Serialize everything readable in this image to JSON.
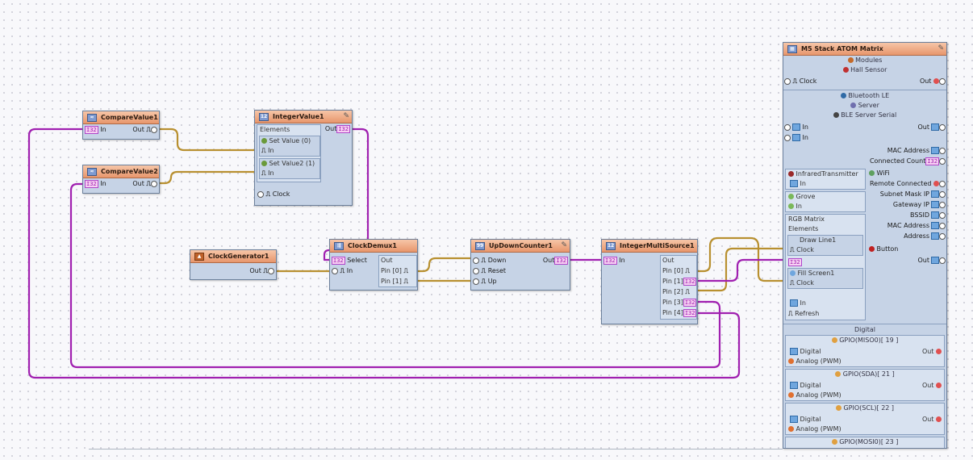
{
  "components": {
    "compare1": {
      "title": "CompareValue1",
      "in_label": "In",
      "out_label": "Out"
    },
    "compare2": {
      "title": "CompareValue2",
      "in_label": "In",
      "out_label": "Out"
    },
    "integer1": {
      "title": "IntegerValue1",
      "elements_label": "Elements",
      "set0_label": "Set Value (0)",
      "set1_label": "Set Value2 (1)",
      "in_label": "In",
      "clock_label": "Clock",
      "out_label": "Out"
    },
    "clockgen": {
      "title": "ClockGenerator1",
      "out_label": "Out"
    },
    "demux": {
      "title": "ClockDemux1",
      "select_label": "Select",
      "in_label": "In",
      "out_label": "Out",
      "pin0_label": "Pin [0]",
      "pin1_label": "Pin [1]"
    },
    "counter": {
      "title": "UpDownCounter1",
      "down_label": "Down",
      "reset_label": "Reset",
      "up_label": "Up",
      "out_label": "Out"
    },
    "multisource": {
      "title": "IntegerMultiSource1",
      "in_label": "In",
      "out_label": "Out",
      "pins": [
        "Pin [0]",
        "Pin [1]",
        "Pin [2]",
        "Pin [3]",
        "Pin [4]"
      ]
    },
    "atom": {
      "title": "M5 Stack ATOM Matrix",
      "modules": "Modules",
      "hall_sensor": "Hall Sensor",
      "clock_label": "Clock",
      "out_label": "Out",
      "bluetooth": "Bluetooth LE",
      "server": "Server",
      "ble_serial": "BLE Server Serial",
      "in_label": "In",
      "mac_address": "MAC Address",
      "connected_count": "Connected Count",
      "infrared": "InfraredTransmitter",
      "wifi": "WiFi",
      "remote_connected": "Remote Connected",
      "subnet_mask": "Subnet Mask IP",
      "gateway": "Gateway IP",
      "bssid": "BSSID",
      "wifi_mac": "MAC Address",
      "address": "Address",
      "grove": "Grove",
      "rgb_matrix": "RGB Matrix",
      "elements": "Elements",
      "draw_line": "Draw Line1",
      "button": "Button",
      "fill_screen": "Fill Screen1",
      "refresh": "Refresh",
      "digital_section": "Digital",
      "gpio19": "GPIO(MISO0)[ 19 ]",
      "gpio21": "GPIO(SDA)[ 21 ]",
      "gpio22": "GPIO(SCL)[ 22 ]",
      "gpio23": "GPIO(MOSI0)[ 23 ]",
      "digital_label": "Digital",
      "analog_label": "Analog (PWM)"
    }
  },
  "pin_tags": {
    "clock_glyph": "⎍",
    "int32_tag": "I32"
  },
  "colors": {
    "wire_clock": "#b89030",
    "wire_int": "#a020b0",
    "header": "#e8966c",
    "body": "#c6d3e6"
  }
}
